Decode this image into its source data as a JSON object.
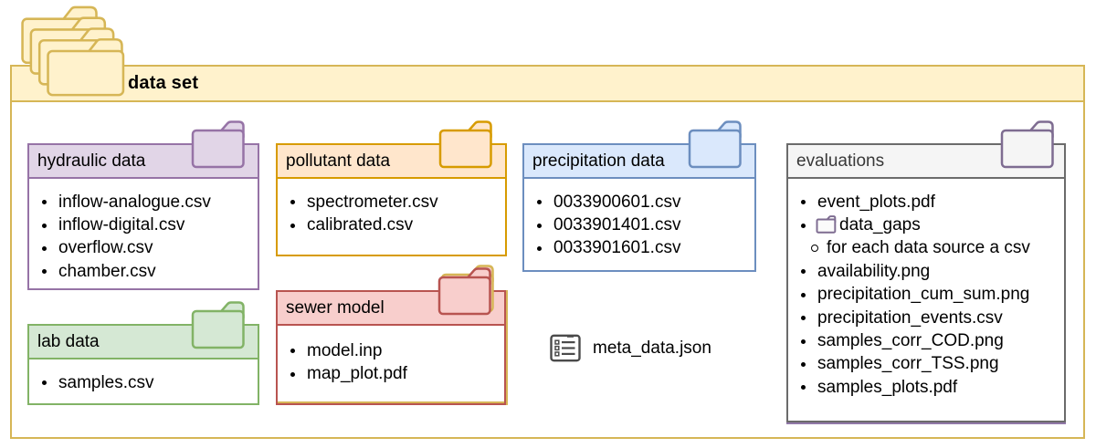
{
  "root": {
    "label": "data set"
  },
  "folders": {
    "hydraulic": {
      "title": "hydraulic data",
      "accent": "#9673A6",
      "fill": "#E1D5E7",
      "files": [
        "inflow-analogue.csv",
        "inflow-digital.csv",
        "overflow.csv",
        "chamber.csv"
      ]
    },
    "pollutant": {
      "title": "pollutant data",
      "accent": "#D79B00",
      "fill": "#FFE6CC",
      "files": [
        "spectrometer.csv",
        "calibrated.csv"
      ]
    },
    "precipitation": {
      "title": "precipitation data",
      "accent": "#6C8EBF",
      "fill": "#DAE8FC",
      "files": [
        "0033900601.csv",
        "0033901401.csv",
        "0033901601.csv"
      ]
    },
    "sewer": {
      "title": "sewer model",
      "accent": "#B85450",
      "fill": "#F8CECC",
      "files": [
        "model.inp",
        "map_plot.pdf"
      ]
    },
    "lab": {
      "title": "lab data",
      "accent": "#82B366",
      "fill": "#D5E8D4",
      "files": [
        "samples.csv"
      ]
    },
    "evaluations": {
      "title": "evaluations",
      "accent": "#666666",
      "fill": "#F5F5F5",
      "files": [
        "event_plots.pdf",
        "data_gaps",
        "for each data source a csv",
        "availability.png",
        "precipitation_cum_sum.png",
        "precipitation_events.csv",
        "samples_corr_COD.png",
        "samples_corr_TSS.png",
        "samples_plots.pdf"
      ]
    }
  },
  "loose_files": {
    "meta": "meta_data.json"
  },
  "palette": {
    "container_border": "#D6B656",
    "container_fill": "#FFF2CC",
    "text": "#000000"
  }
}
